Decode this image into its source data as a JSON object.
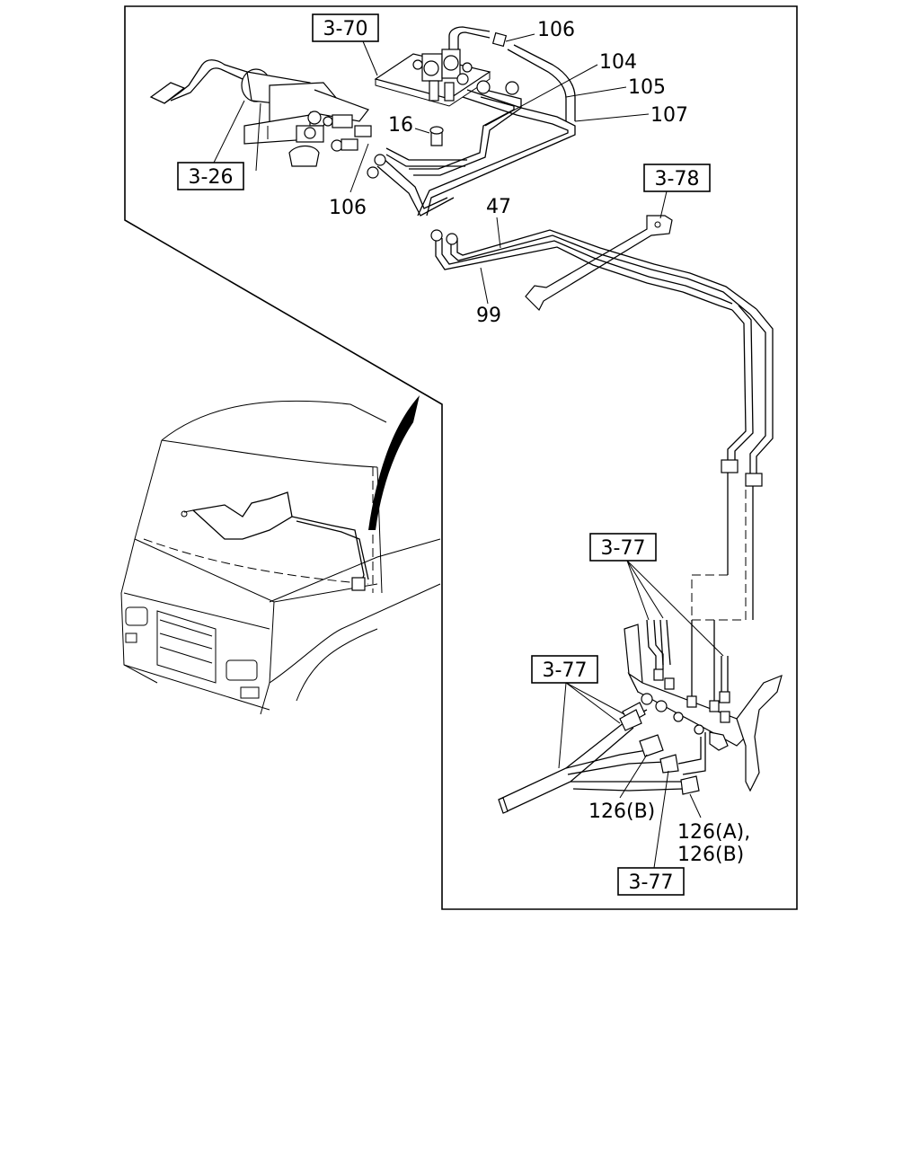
{
  "reference_boxes": {
    "ref_top": "3-70",
    "ref_left": "3-26",
    "ref_right": "3-78",
    "ref_mid": "3-77",
    "ref_lower": "3-77",
    "ref_bottom": "3-77"
  },
  "callouts": {
    "c106_top": "106",
    "c104": "104",
    "c105": "105",
    "c107": "107",
    "c16": "16",
    "c106_left": "106",
    "c47": "47",
    "c99": "99",
    "c126b": "126(B)",
    "c126a_line1": "126(A),",
    "c126a_line2": "126(B)"
  }
}
